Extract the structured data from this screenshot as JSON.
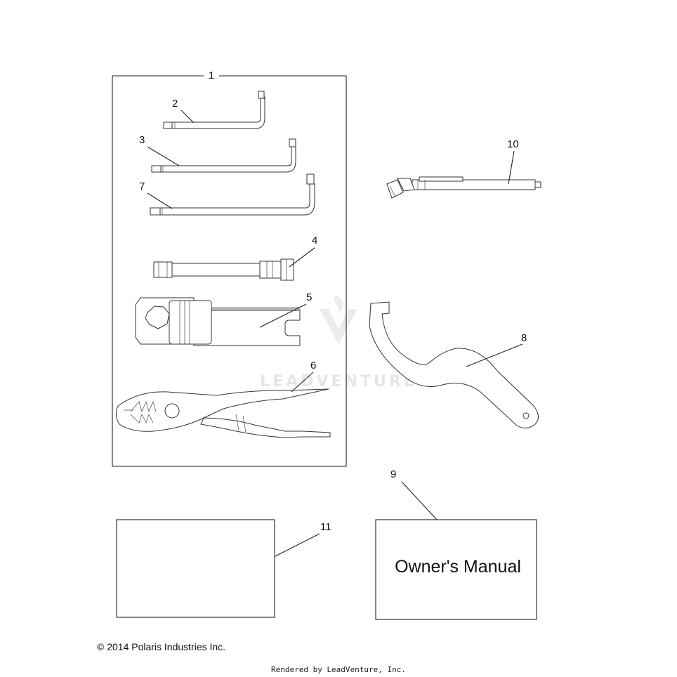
{
  "callouts": {
    "c1": "1",
    "c2": "2",
    "c3": "3",
    "c4": "4",
    "c5": "5",
    "c6": "6",
    "c7": "7",
    "c8": "8",
    "c9": "9",
    "c10": "10",
    "c11": "11"
  },
  "manual_label": "Owner's Manual",
  "watermark": "LEADVENTURE",
  "copyright": "© 2014 Polaris Industries Inc.",
  "rendered_by": "Rendered by LeadVenture, Inc."
}
